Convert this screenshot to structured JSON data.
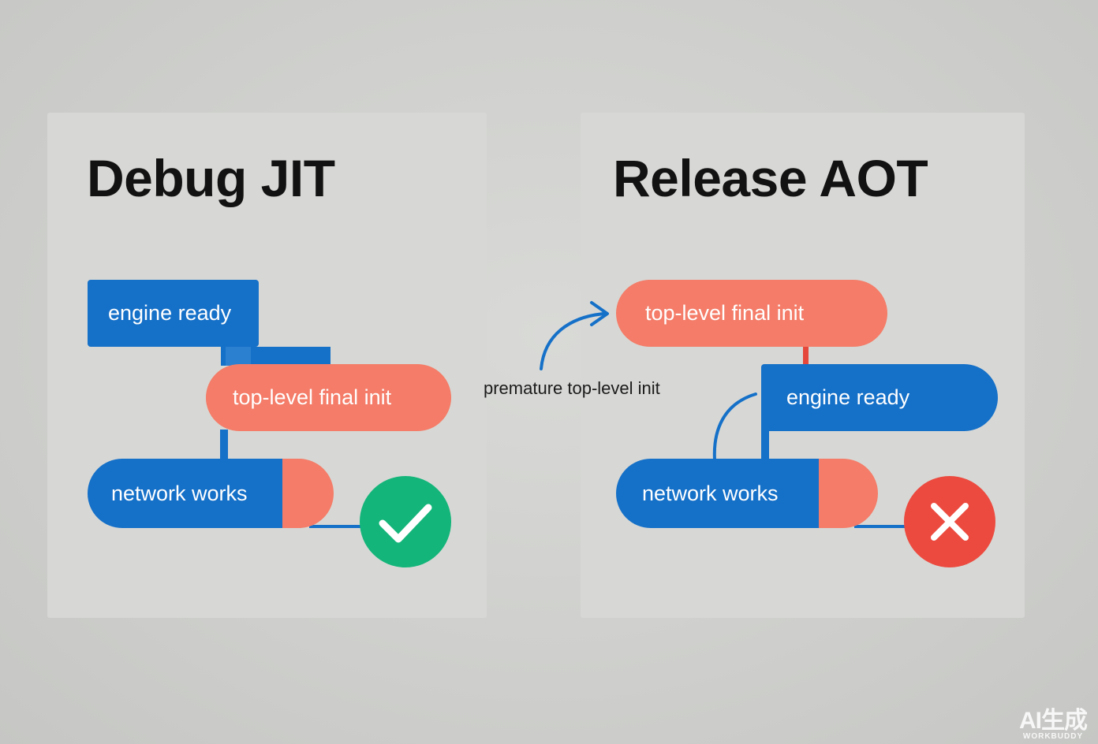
{
  "panels": {
    "left": {
      "title": "Debug JIT",
      "blocks": {
        "engine_ready": "engine ready",
        "top_level_final_init": "top-level final init",
        "network_works": "network works"
      },
      "result_icon": "check-icon",
      "result_color": "#13b57a"
    },
    "right": {
      "title": "Release AOT",
      "blocks": {
        "top_level_final_init": "top-level final init",
        "engine_ready": "engine ready",
        "network_works": "network works"
      },
      "result_icon": "cross-icon",
      "result_color": "#ec4a3f"
    }
  },
  "annotation": {
    "label": "premature top-level init"
  },
  "colors": {
    "blue_block": "#1570c8",
    "coral_block": "#f47c68",
    "connector": "#1570c8"
  },
  "watermark": {
    "main": "AI生成",
    "sub": "WORKBUDDY"
  }
}
